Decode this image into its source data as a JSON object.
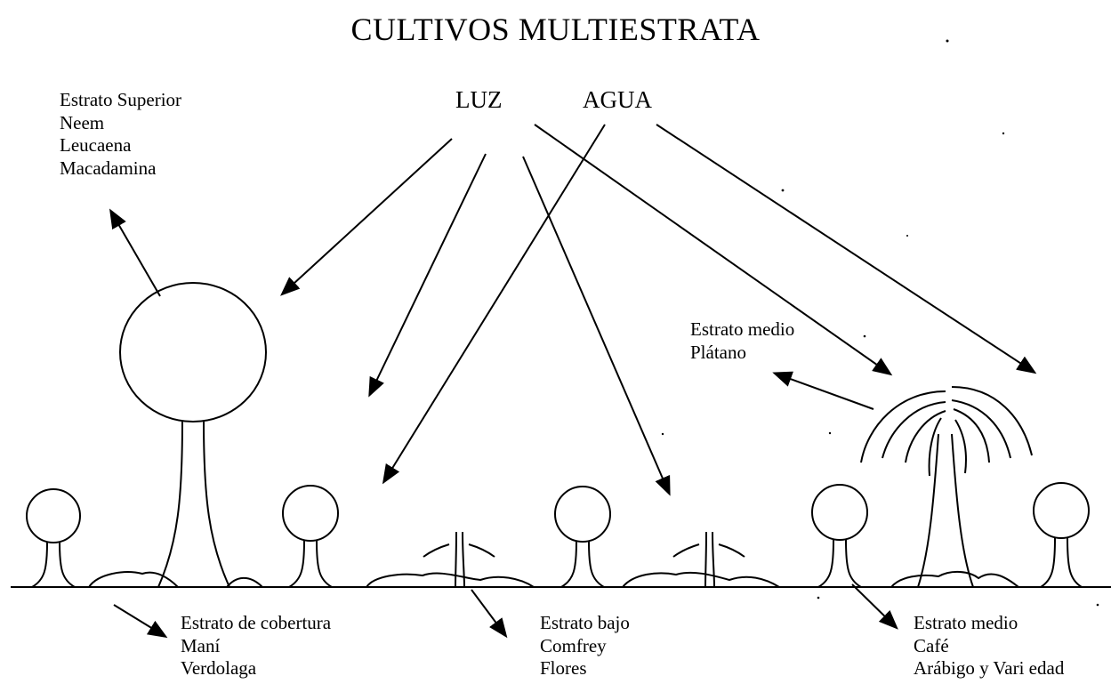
{
  "title": "CULTIVOS MULTIESTRATA",
  "sources": {
    "light": "LUZ",
    "water": "AGUA"
  },
  "strata": {
    "upper": {
      "heading": "Estrato Superior",
      "items": [
        "Neem",
        "Leucaena",
        "Macadamina"
      ]
    },
    "middle_banana": {
      "heading": "Estrato medio",
      "items": [
        "Plátano"
      ]
    },
    "cover": {
      "heading": "Estrato de cobertura",
      "items": [
        "Maní",
        "Verdolaga"
      ]
    },
    "low": {
      "heading": "Estrato bajo",
      "items": [
        "Comfrey",
        "Flores"
      ]
    },
    "middle_coffee": {
      "heading": "Estrato medio",
      "items": [
        "Café",
        "Arábigo y Vari edad"
      ]
    }
  }
}
